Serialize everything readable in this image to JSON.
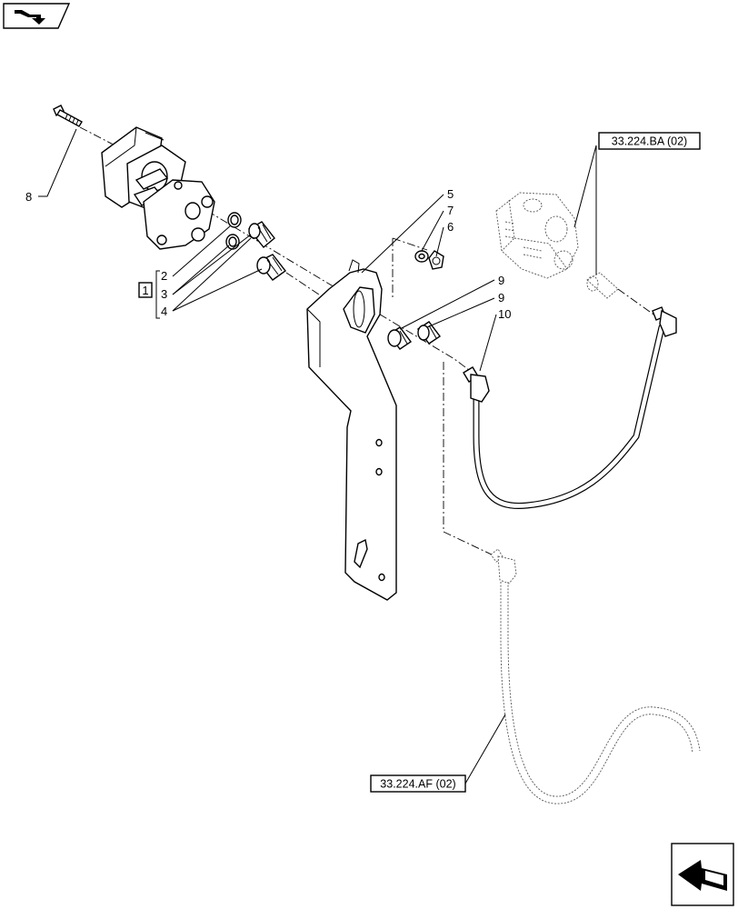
{
  "corner_icon_top": "book-arrow-icon",
  "corner_icon_bottom": "previous-page-arrow-icon",
  "kit": {
    "number": "1"
  },
  "callouts": {
    "c2": "2",
    "c3": "3",
    "c4": "4",
    "c5": "5",
    "c6": "6",
    "c7": "7",
    "c8": "8",
    "c9a": "9",
    "c9b": "9",
    "c10": "10"
  },
  "references": {
    "pump": "33.224.BA (02)",
    "hose": "33.224.AF (02)"
  }
}
